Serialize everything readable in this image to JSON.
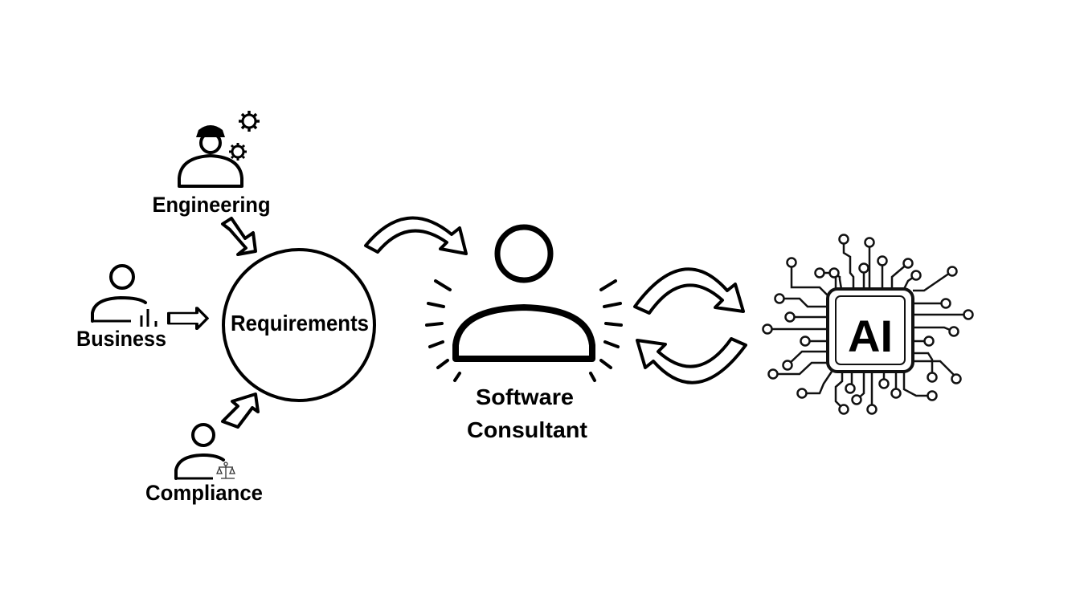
{
  "stakeholders": {
    "engineering": "Engineering",
    "business": "Business",
    "compliance": "Compliance"
  },
  "requirements": "Requirements",
  "consultant": {
    "line1": "Software",
    "line2": "Consultant"
  },
  "ai_chip": "AI"
}
